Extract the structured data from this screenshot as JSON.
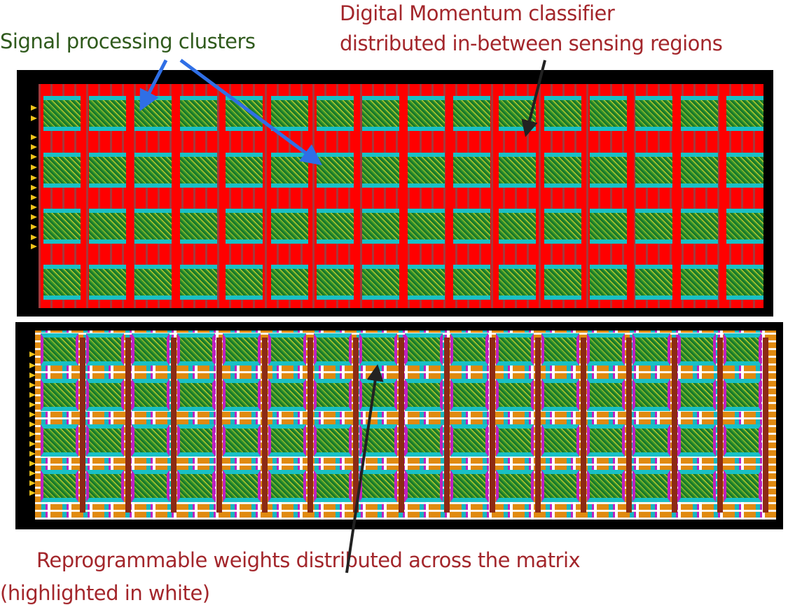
{
  "annotations": {
    "signal_clusters": "Signal processing clusters",
    "classifier_line1": "Digital Momentum classifier",
    "classifier_line2": "distributed in-between sensing regions",
    "weights_line1": "Reprogrammable weights distributed across the matrix",
    "weights_line2": "(highlighted in white)"
  },
  "layout_grid": {
    "columns": 16,
    "rows": 4
  },
  "colors": {
    "label_green": "#2f5a1c",
    "label_red": "#a3262b",
    "arrow_blue": "#2f6fe6",
    "arrow_black": "#222222",
    "classifier_red": "#ff0000",
    "weights_white": "#ffffff"
  }
}
